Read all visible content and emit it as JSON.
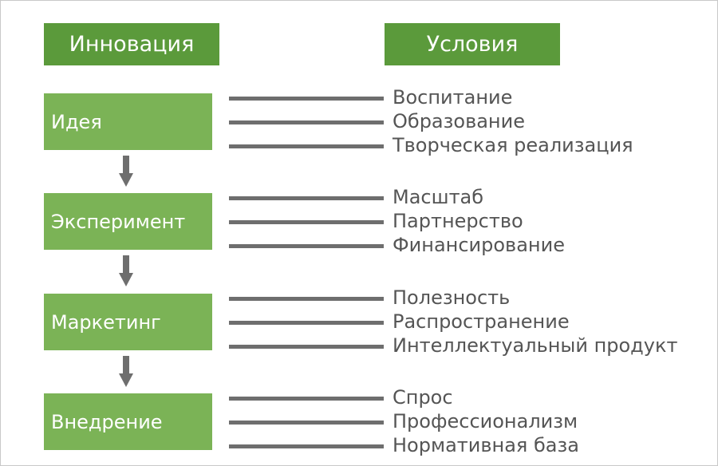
{
  "headers": {
    "left": "Инновация",
    "right": "Условия"
  },
  "stages": [
    {
      "label": "Идея",
      "conditions": [
        "Воспитание",
        "Образование",
        "Творческая реализация"
      ]
    },
    {
      "label": "Эксперимент",
      "conditions": [
        "Масштаб",
        "Партнерство",
        "Финансирование"
      ]
    },
    {
      "label": "Маркетинг",
      "conditions": [
        "Полезность",
        "Распространение",
        "Интеллектуальный продукт"
      ]
    },
    {
      "label": "Внедрение",
      "conditions": [
        "Спрос",
        "Профессионализм",
        "Нормативная база"
      ]
    }
  ],
  "colors": {
    "header": "#5b9a3b",
    "stage": "#7bb356",
    "line": "#6e6e6e",
    "text": "#555555"
  }
}
